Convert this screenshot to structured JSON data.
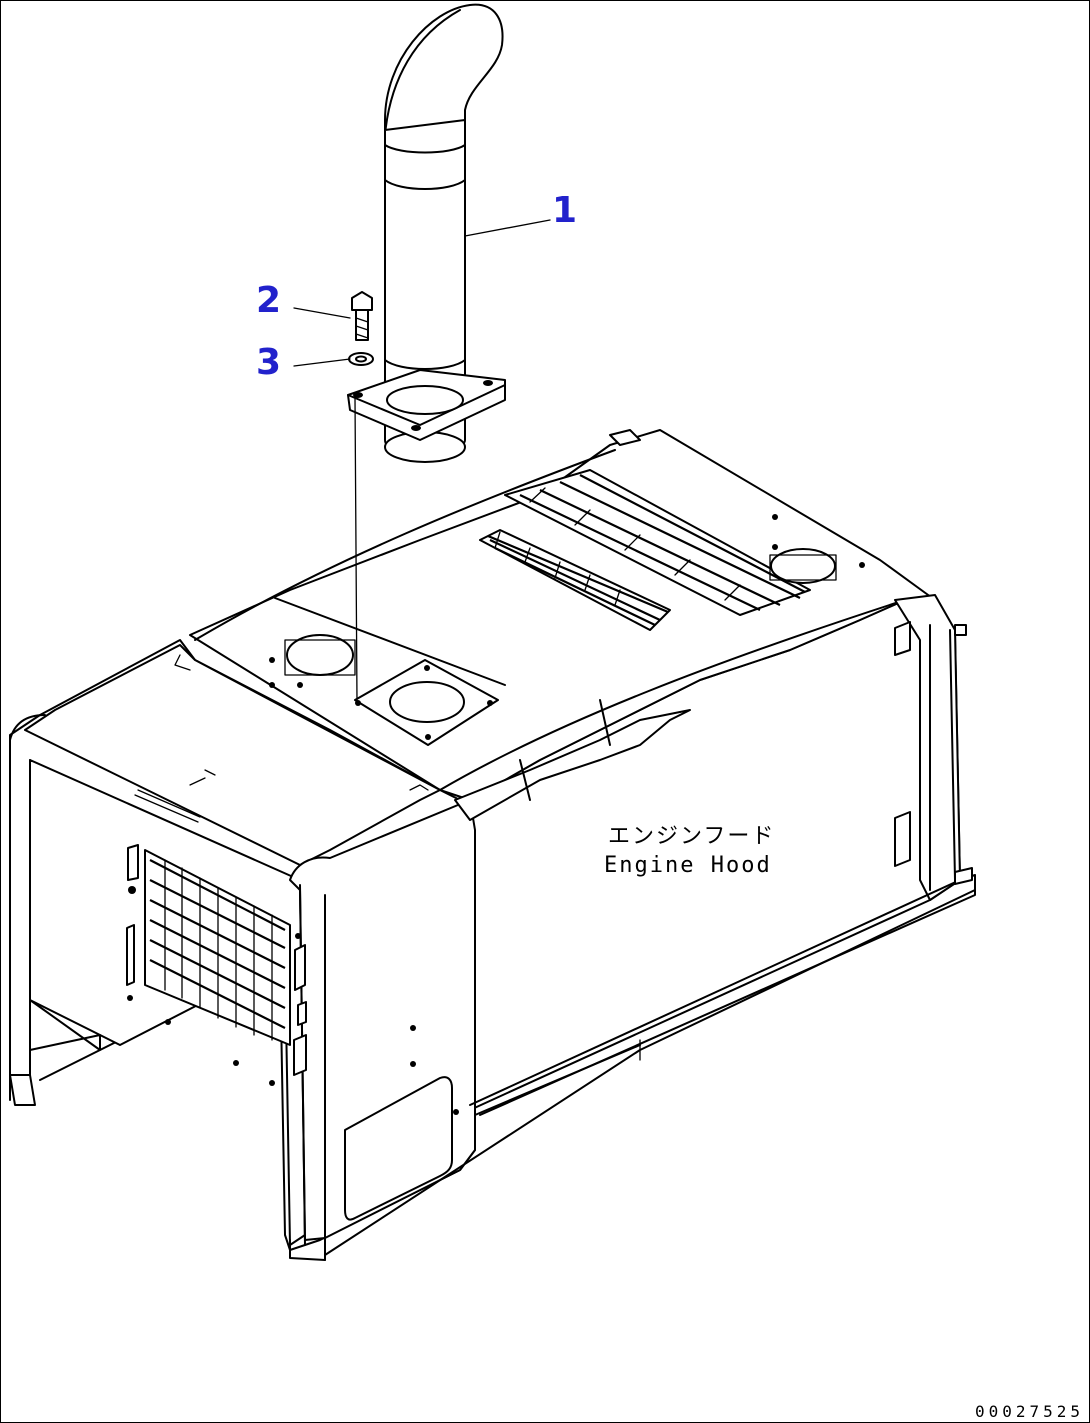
{
  "parts_diagram": {
    "callouts": [
      {
        "number": "1",
        "part": "exhaust-pipe"
      },
      {
        "number": "2",
        "part": "bolt"
      },
      {
        "number": "3",
        "part": "washer"
      }
    ],
    "assembly_label_jp": "エンジンフード",
    "assembly_label_en": "Engine Hood",
    "drawing_number": "00027525",
    "callout_color": "#2222cc"
  }
}
